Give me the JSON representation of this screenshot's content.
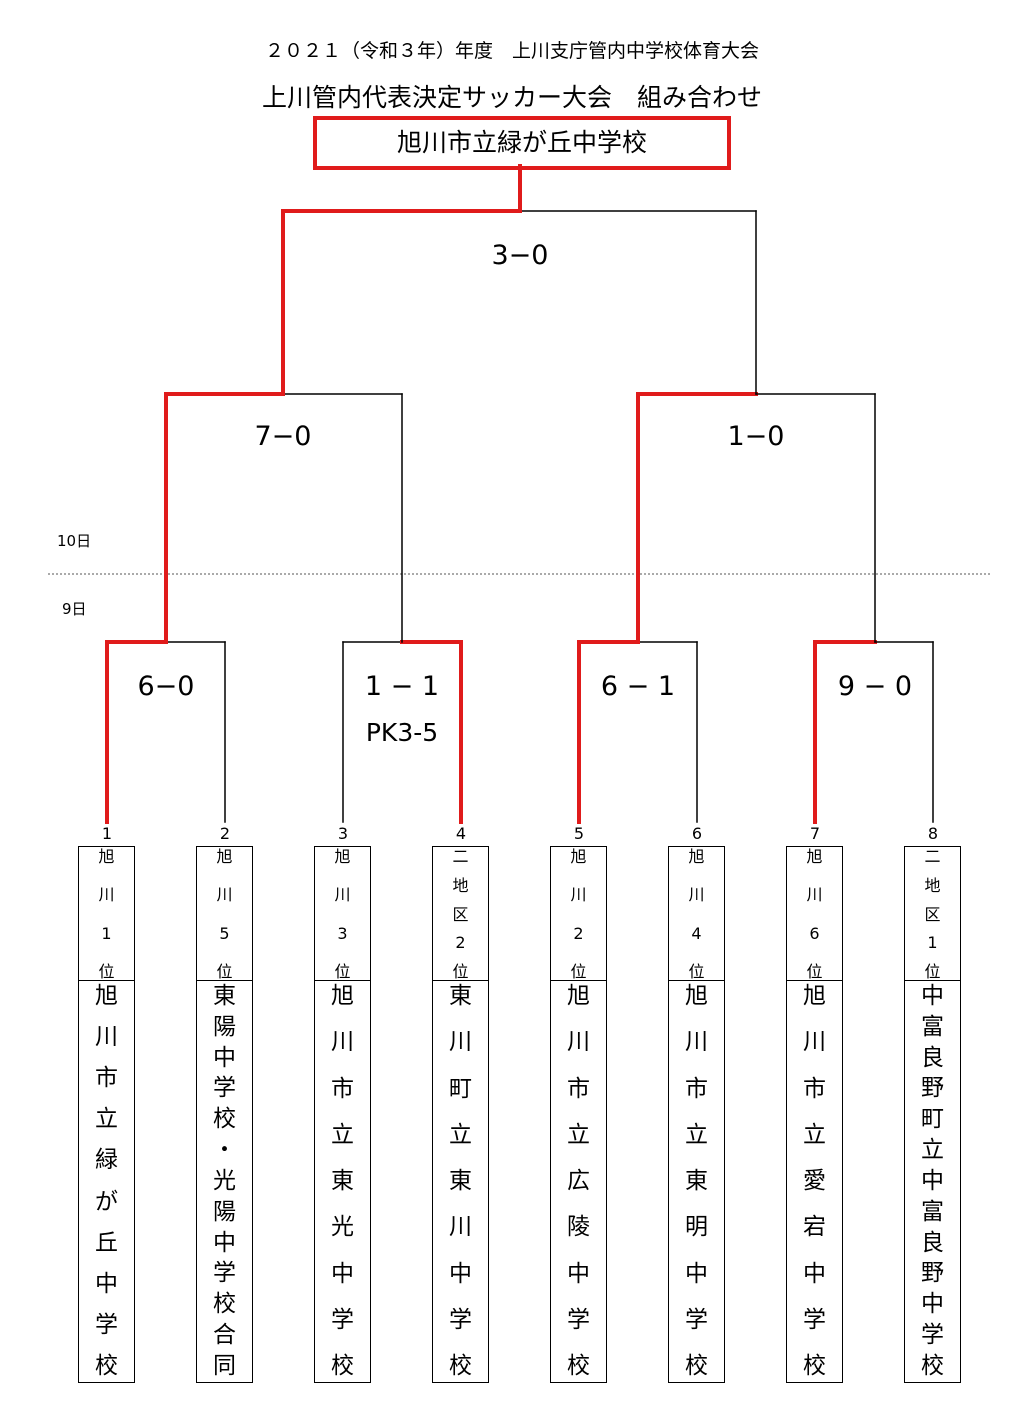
{
  "header": {
    "line1": "２０２１（令和３年）年度　上川支庁管内中学校体育大会",
    "line2": "上川管内代表決定サッカー大会　組み合わせ"
  },
  "champion": "旭川市立緑が丘中学校",
  "days": {
    "day2": "10日",
    "day1": "9日"
  },
  "scores": {
    "final": "3−0",
    "semi_left": "7−0",
    "semi_right": "1−0",
    "r1_m1": "6−0",
    "r1_m2": "1 − 1",
    "r1_m2_pk": "PK3-5",
    "r1_m3": "6 − 1",
    "r1_m4": "9 − 0"
  },
  "teams": [
    {
      "seed": "1",
      "rank": [
        "旭",
        "川",
        "1",
        "位"
      ],
      "name": [
        "旭",
        "川",
        "市",
        "立",
        "緑",
        "が",
        "丘",
        "中",
        "学",
        "校"
      ]
    },
    {
      "seed": "2",
      "rank": [
        "旭",
        "川",
        "5",
        "位"
      ],
      "name": [
        "東",
        "陽",
        "中",
        "学",
        "校",
        "・",
        "光",
        "陽",
        "中",
        "学",
        "校",
        "合",
        "同"
      ]
    },
    {
      "seed": "3",
      "rank": [
        "旭",
        "川",
        "3",
        "位"
      ],
      "name": [
        "旭",
        "川",
        "市",
        "立",
        "東",
        "光",
        "中",
        "学",
        "校"
      ]
    },
    {
      "seed": "4",
      "rank": [
        "二",
        "地",
        "区",
        "2",
        "位"
      ],
      "name": [
        "東",
        "川",
        "町",
        "立",
        "東",
        "川",
        "中",
        "学",
        "校"
      ]
    },
    {
      "seed": "5",
      "rank": [
        "旭",
        "川",
        "2",
        "位"
      ],
      "name": [
        "旭",
        "川",
        "市",
        "立",
        "広",
        "陵",
        "中",
        "学",
        "校"
      ]
    },
    {
      "seed": "6",
      "rank": [
        "旭",
        "川",
        "4",
        "位"
      ],
      "name": [
        "旭",
        "川",
        "市",
        "立",
        "東",
        "明",
        "中",
        "学",
        "校"
      ]
    },
    {
      "seed": "7",
      "rank": [
        "旭",
        "川",
        "6",
        "位"
      ],
      "name": [
        "旭",
        "川",
        "市",
        "立",
        "愛",
        "宕",
        "中",
        "学",
        "校"
      ]
    },
    {
      "seed": "8",
      "rank": [
        "二",
        "地",
        "区",
        "1",
        "位"
      ],
      "name": [
        "中",
        "富",
        "良",
        "野",
        "町",
        "立",
        "中",
        "富",
        "良",
        "野",
        "中",
        "学",
        "校"
      ]
    }
  ],
  "colors": {
    "winner_line": "#e01b1b",
    "loser_line": "#000000",
    "divider": "#555555"
  },
  "winners": {
    "r1": [
      1,
      4,
      5,
      7
    ],
    "semi": [
      1,
      5
    ],
    "final": 1
  }
}
